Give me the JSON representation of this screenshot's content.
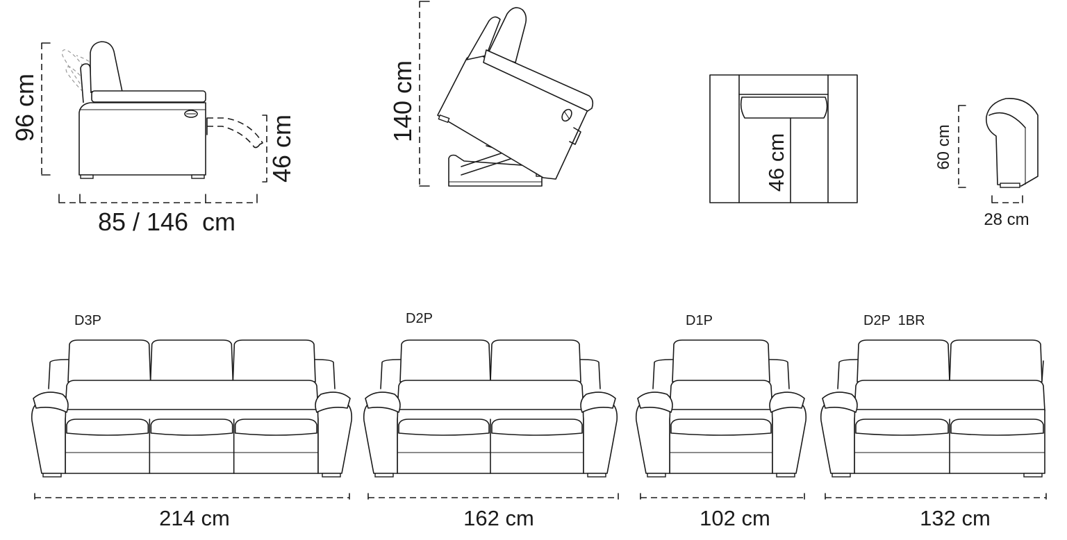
{
  "views": {
    "recliner_side": {
      "height_label": "96 cm",
      "footrest_label": "46 cm",
      "depth_label": "85 / 146  cm"
    },
    "lift_side": {
      "height_label": "140 cm"
    },
    "top_view": {
      "seat_label": "46 cm"
    },
    "arm_profile": {
      "height_label": "60 cm",
      "width_label": "28 cm"
    }
  },
  "sofas": [
    {
      "code": "D3P",
      "width_label": "214 cm"
    },
    {
      "code": "D2P",
      "width_label": "162 cm"
    },
    {
      "code": "D1P",
      "width_label": "102 cm"
    },
    {
      "code": "D2P  1BR",
      "width_label": "132 cm"
    }
  ],
  "colors": {
    "line": "#1a1a1a",
    "ghost_line": "#9a9a9a",
    "background": "#ffffff"
  }
}
